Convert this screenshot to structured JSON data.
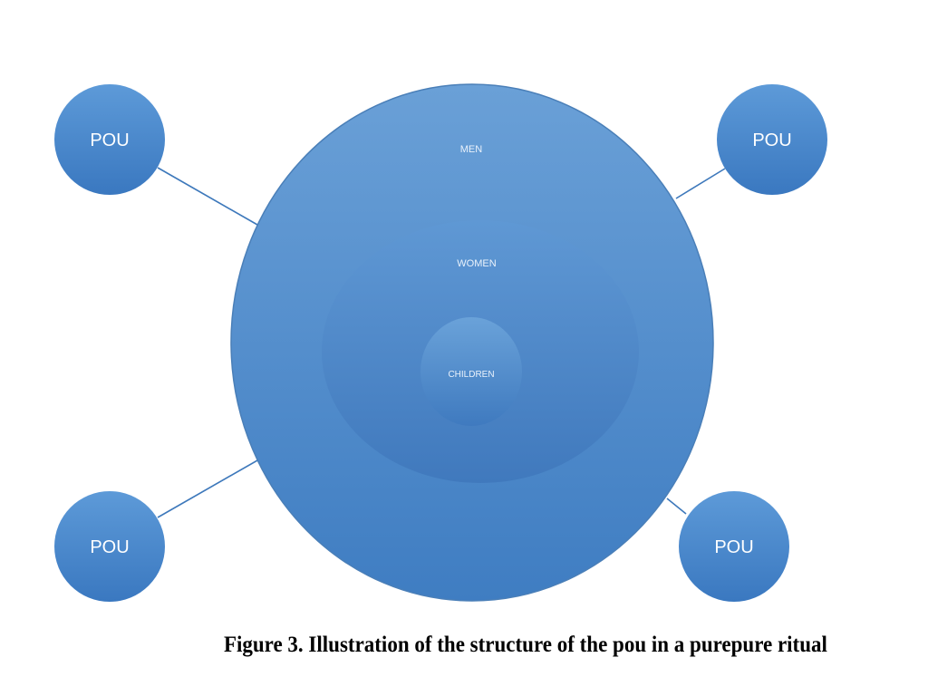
{
  "diagram": {
    "outer_ring_label": "MEN",
    "middle_ring_label": "WOMEN",
    "inner_ring_label": "CHILDREN",
    "pou_nodes": [
      {
        "label": "POU"
      },
      {
        "label": "POU"
      },
      {
        "label": "POU"
      },
      {
        "label": "POU"
      }
    ],
    "colors": {
      "fill": "#4a88cb",
      "light": "#6ea3d9",
      "dark": "#3d78bb",
      "edge": "#3a6fae",
      "label": "#ffffff"
    }
  },
  "caption": "Figure 3. Illustration of the structure of the pou in a purepure ritual"
}
